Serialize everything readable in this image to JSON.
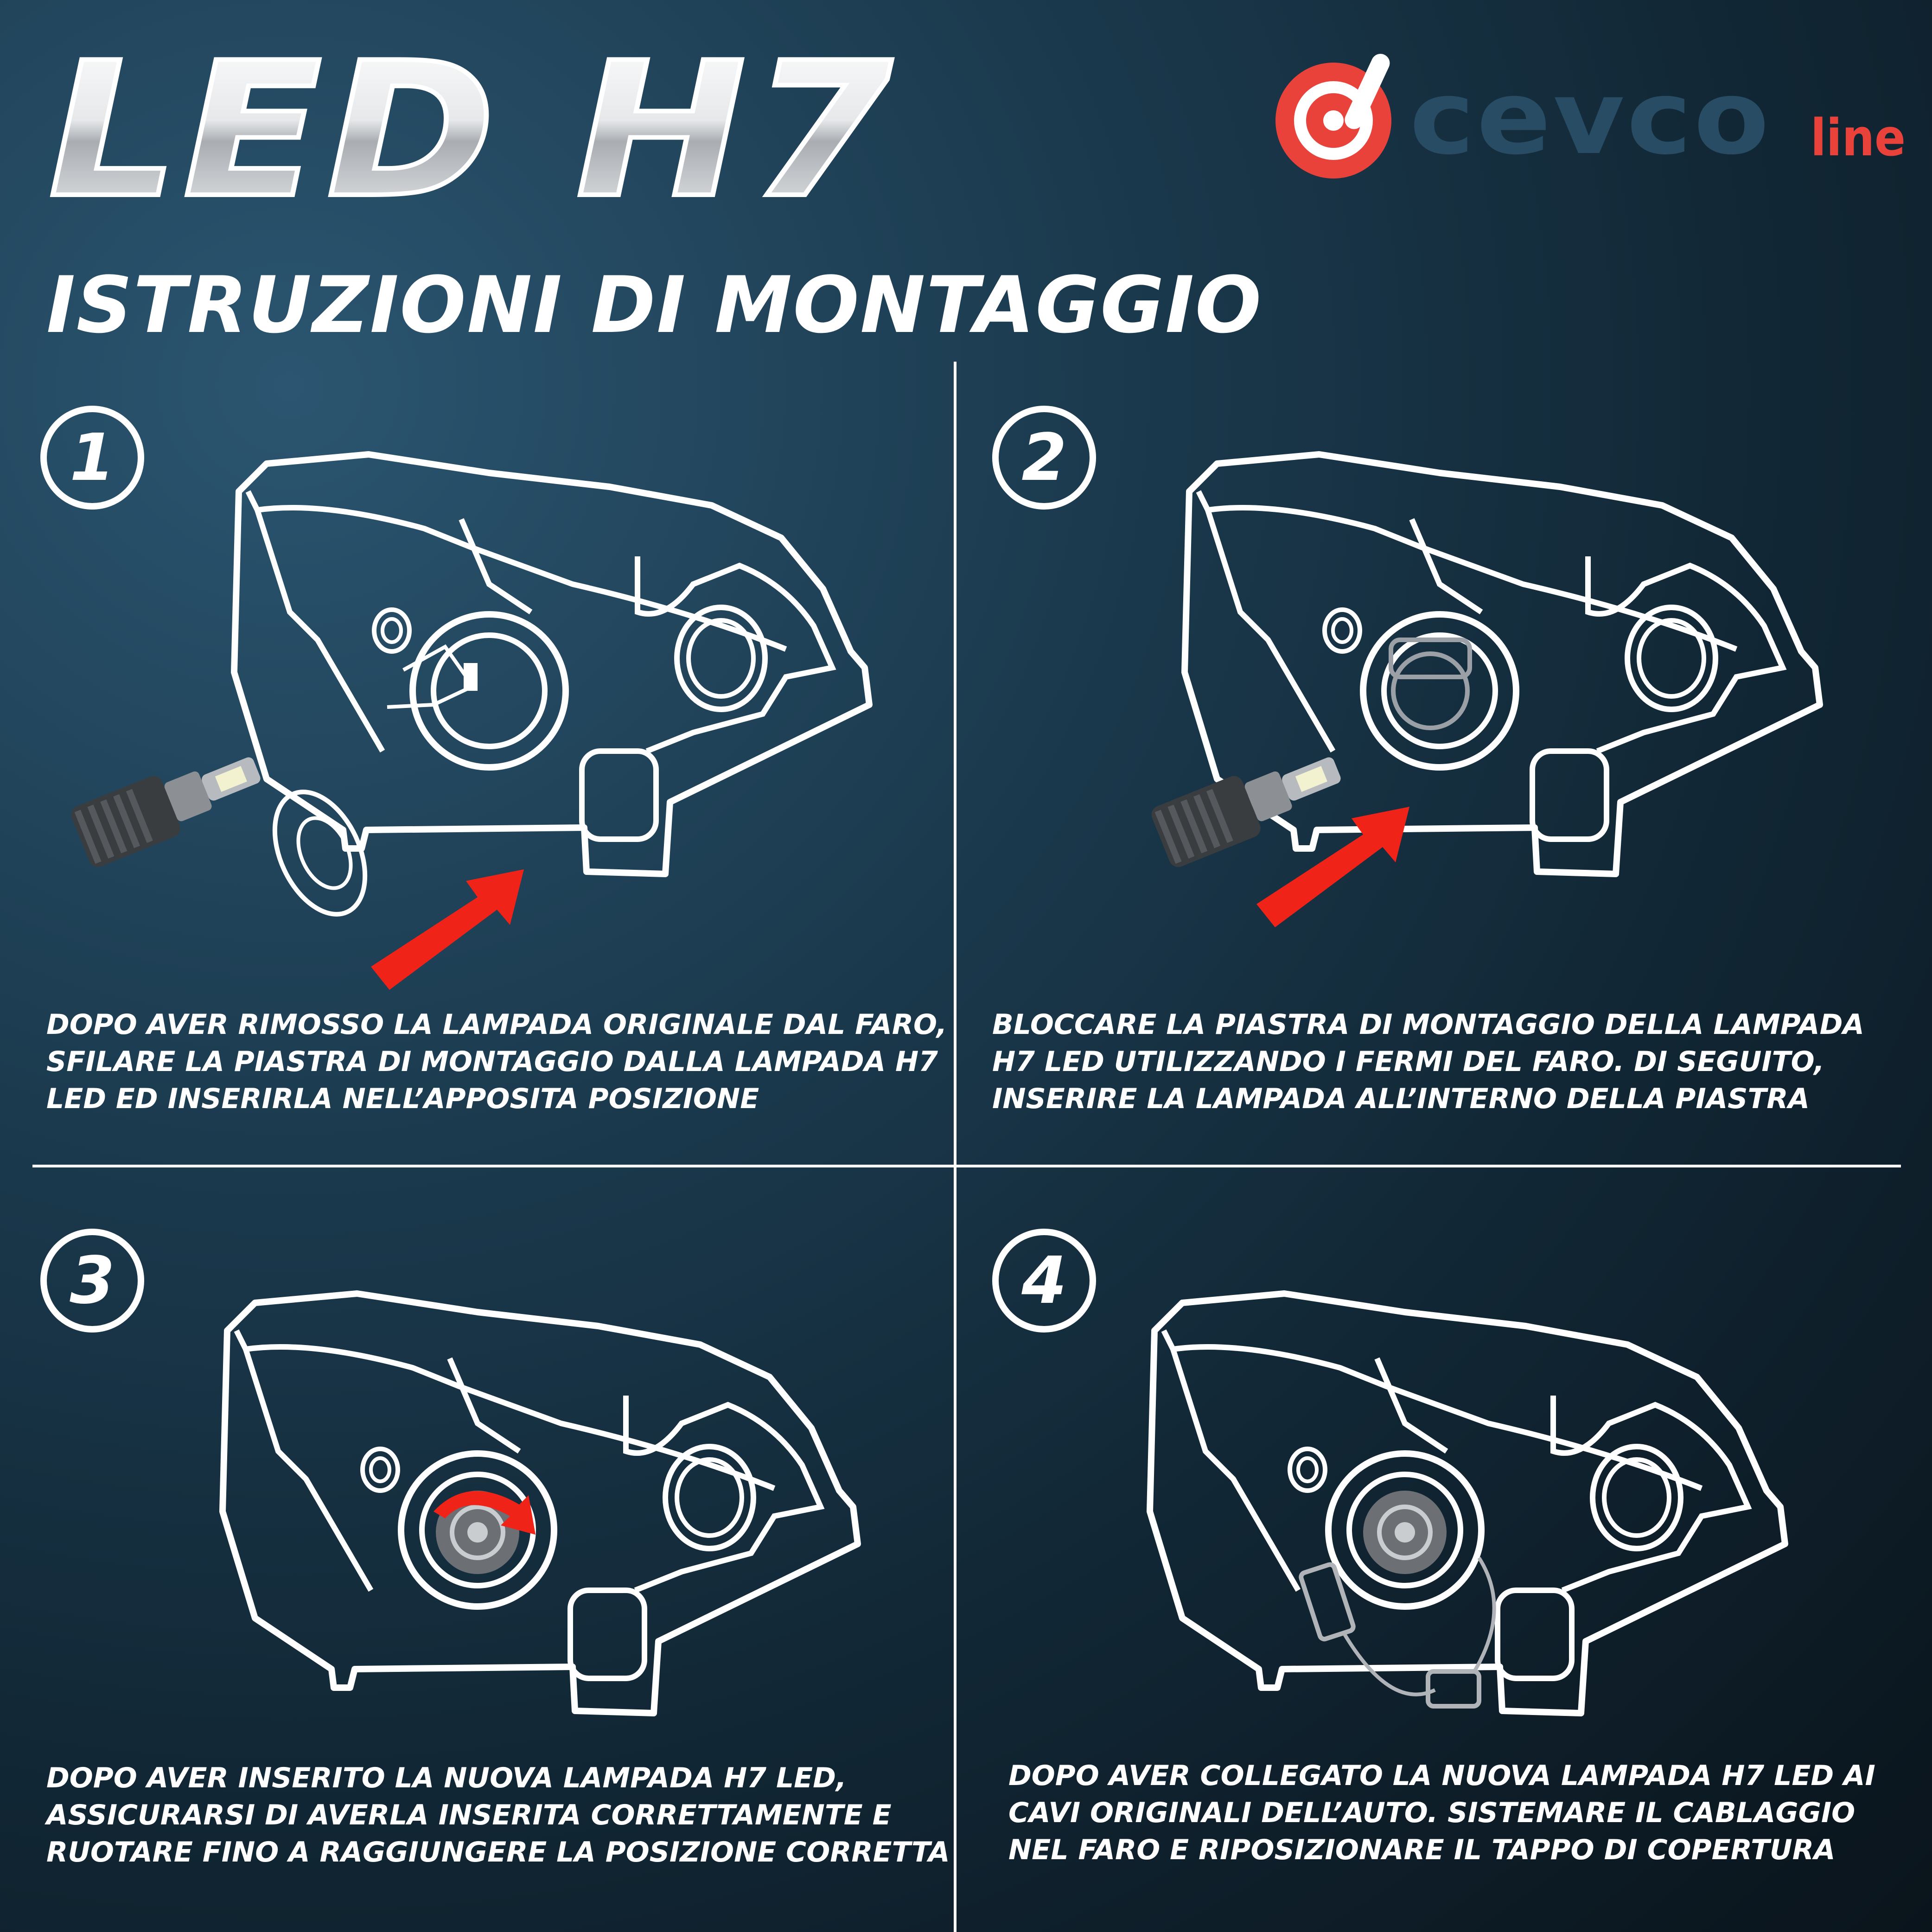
{
  "header": {
    "product_title": "LED H7",
    "brand_main": "cevco",
    "brand_suffix": "line",
    "subtitle": "ISTRUZIONI DI MONTAGGIO"
  },
  "colors": {
    "accent_red": "#e8423a",
    "brand_blue": "#274c63",
    "line_white": "#ffffff"
  },
  "steps": [
    {
      "number": "1",
      "lines": [
        "DOPO AVER RIMOSSO LA LAMPADA ORIGINALE DAL FARO,",
        "SFILARE LA PIASTRA DI MONTAGGIO DALLA LAMPADA H7",
        "LED ED INSERIRLA NELL’APPOSITA POSIZIONE"
      ]
    },
    {
      "number": "2",
      "lines": [
        "BLOCCARE LA PIASTRA DI MONTAGGIO DELLA LAMPADA",
        "H7 LED UTILIZZANDO I FERMI DEL FARO. DI SEGUITO,",
        "INSERIRE LA LAMPADA ALL’INTERNO DELLA PIASTRA"
      ]
    },
    {
      "number": "3",
      "lines": [
        "DOPO AVER INSERITO LA NUOVA LAMPADA H7 LED,",
        "ASSICURARSI DI AVERLA INSERITA CORRETTAMENTE E",
        "RUOTARE FINO A RAGGIUNGERE LA POSIZIONE CORRETTA"
      ]
    },
    {
      "number": "4",
      "lines": [
        "DOPO AVER COLLEGATO LA NUOVA LAMPADA H7 LED AI",
        "CAVI ORIGINALI DELL’AUTO. SISTEMARE IL CABLAGGIO",
        "NEL FARO E RIPOSIZIONARE IL TAPPO DI COPERTURA"
      ]
    }
  ]
}
